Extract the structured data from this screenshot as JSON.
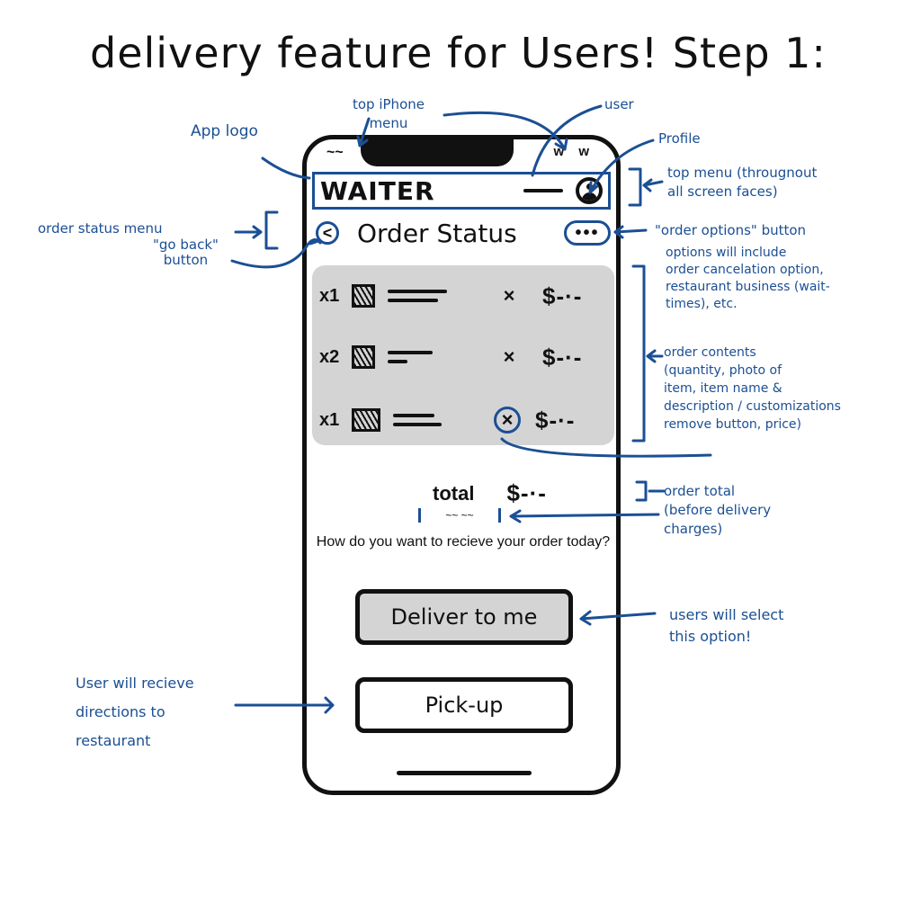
{
  "title": "delivery feature for Users! Step 1:",
  "phone": {
    "status_bar": {
      "left": "~~",
      "right": "w w"
    },
    "top_menu": {
      "logo": "WAITER"
    },
    "sub_menu": {
      "back_glyph": "<",
      "page_title": "Order Status",
      "options_glyph": "•••"
    },
    "order_items": [
      {
        "qty": "x1",
        "remove_glyph": "×",
        "price": "$-·-",
        "highlighted": false
      },
      {
        "qty": "x2",
        "remove_glyph": "×",
        "price": "$-·-",
        "highlighted": false
      },
      {
        "qty": "x1",
        "remove_glyph": "×",
        "price": "$-·-",
        "highlighted": true
      }
    ],
    "total": {
      "label": "total",
      "value": "$-·-",
      "sub": "~~ ~~"
    },
    "question": "How do you want to recieve your order today?",
    "buttons": {
      "deliver": "Deliver to me",
      "pickup": "Pick-up"
    }
  },
  "annotations": {
    "app_logo": "App logo",
    "top_iphone_menu": "top iPhone\nmenu",
    "user": "user",
    "profile": "Profile",
    "top_menu": "top menu (througnout\nall screen faces)",
    "order_options": "\"order options\" button",
    "options_detail": "options will include\norder cancelation option,\nrestaurant business (wait-\ntimes), etc.",
    "order_status_menu": "order status menu",
    "go_back": "\"go back\"\nbutton",
    "order_contents": "order contents\n(quantity, photo of\n item, item name &\n description / customizations\nremove button, price)",
    "order_total": "order total\n(before delivery\n   charges)",
    "deliver_note": "users will select\nthis option!",
    "pickup_note": "User will recieve\ndirections to\nrestaurant"
  },
  "colors": {
    "annotation": "#1b4f94",
    "ink": "#111111",
    "fill": "#d4d4d4"
  }
}
